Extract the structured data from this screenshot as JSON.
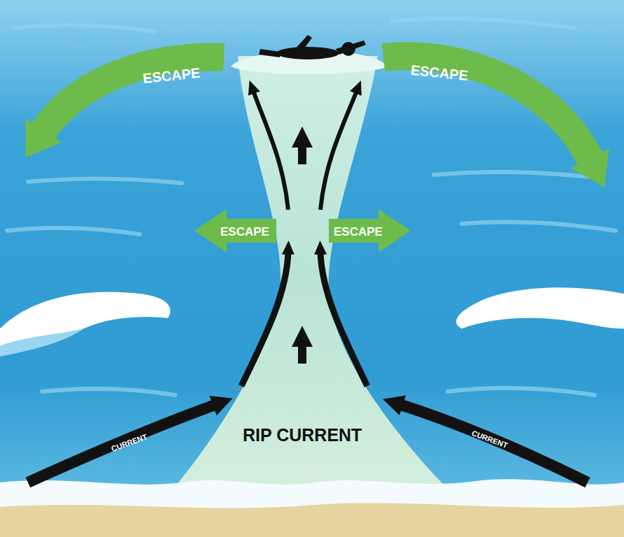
{
  "diagram": {
    "labels": [
      "ESCAPE",
      "ESCAPE",
      "ESCAPE",
      "ESCAPE",
      "CURRENT",
      "RIP CURRENT",
      "CURRENT"
    ]
  }
}
